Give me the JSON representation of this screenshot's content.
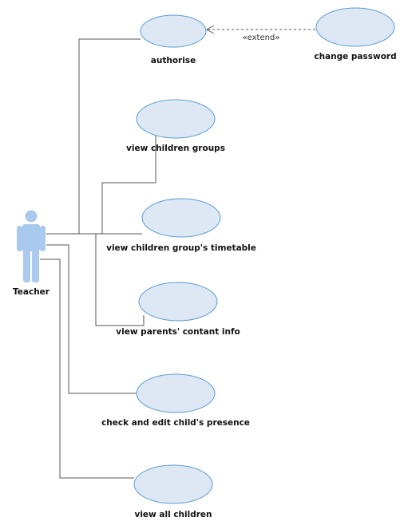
{
  "diagram": {
    "actor": {
      "name": "Teacher"
    },
    "use_cases": [
      {
        "id": "authorise",
        "label": "authorise"
      },
      {
        "id": "change_password",
        "label": "change password"
      },
      {
        "id": "view_children_groups",
        "label": "view children groups"
      },
      {
        "id": "view_timetable",
        "label": "view children group's timetable"
      },
      {
        "id": "view_parents",
        "label": "view parents' contant info"
      },
      {
        "id": "check_presence",
        "label": "check and edit child's presence"
      },
      {
        "id": "view_all_children",
        "label": "view all children"
      }
    ],
    "extend": {
      "label": "«extend»",
      "from": "change_password",
      "to": "authorise"
    }
  },
  "colors": {
    "use_case_fill": "#dde8f4",
    "use_case_stroke": "#5b9bd5",
    "actor_fill": "#a9c9ef",
    "line": "#555555"
  }
}
